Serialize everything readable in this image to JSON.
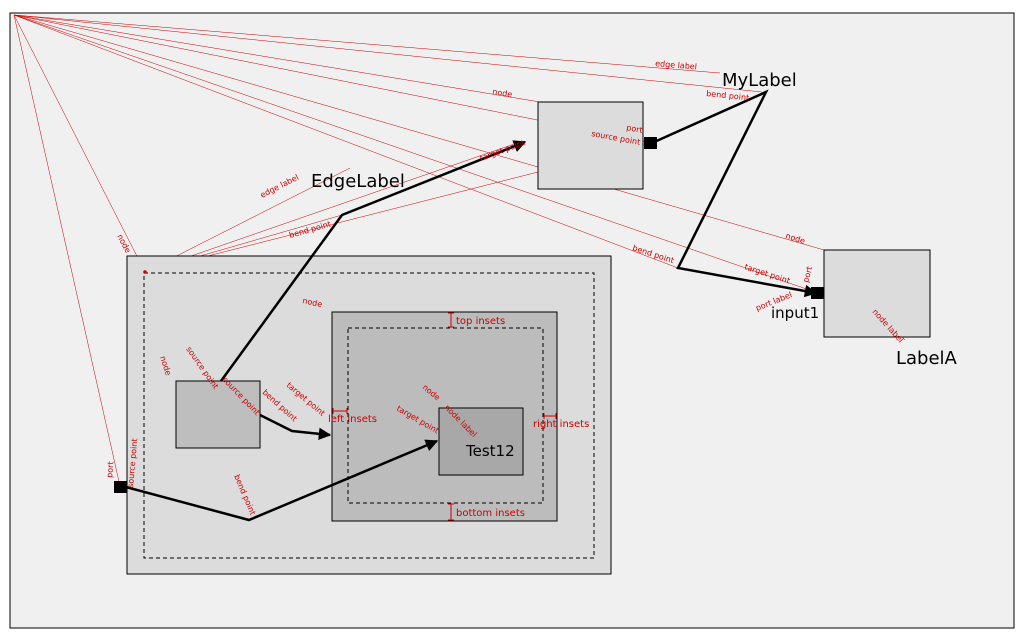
{
  "labels": {
    "my_label": "MyLabel",
    "edge_label": "EdgeLabel",
    "input1": "input1",
    "label_a": "LabelA",
    "test12": "Test12"
  },
  "annotations": {
    "edge_label_1": "edge label",
    "bend_point_1": "bend point",
    "node_1": "node",
    "port_1": "port",
    "source_point_1": "source point",
    "target_point_1": "target point",
    "edge_label_2": "edge label",
    "bend_point_2": "bend point",
    "node_left": "node",
    "node_2": "node",
    "bend_point_3": "bend point",
    "target_point_2": "target point",
    "port_2": "port",
    "port_label": "port label",
    "node_label_a": "node label",
    "node_3": "node",
    "source_point_2": "source point",
    "node_4": "node",
    "source_point_3": "source point",
    "bend_point_4": "bend point",
    "target_point_3": "target point",
    "node_5": "node",
    "node_label_b": "node label",
    "target_point_4": "target point",
    "port_3": "port",
    "source_point_4": "source point",
    "bend_point_5": "bend point",
    "top_insets": "top insets",
    "left_insets": "left insets",
    "right_insets": "right insets",
    "bottom_insets": "bottom insets"
  },
  "colors": {
    "background": "#f0f0f0",
    "outer_node": "#dcdcdc",
    "inner_node": "#bcbcbc",
    "small_node": "#bebebe",
    "test12_node": "#a8a8a8",
    "annotation": "#cc0000",
    "edge": "#000000"
  }
}
